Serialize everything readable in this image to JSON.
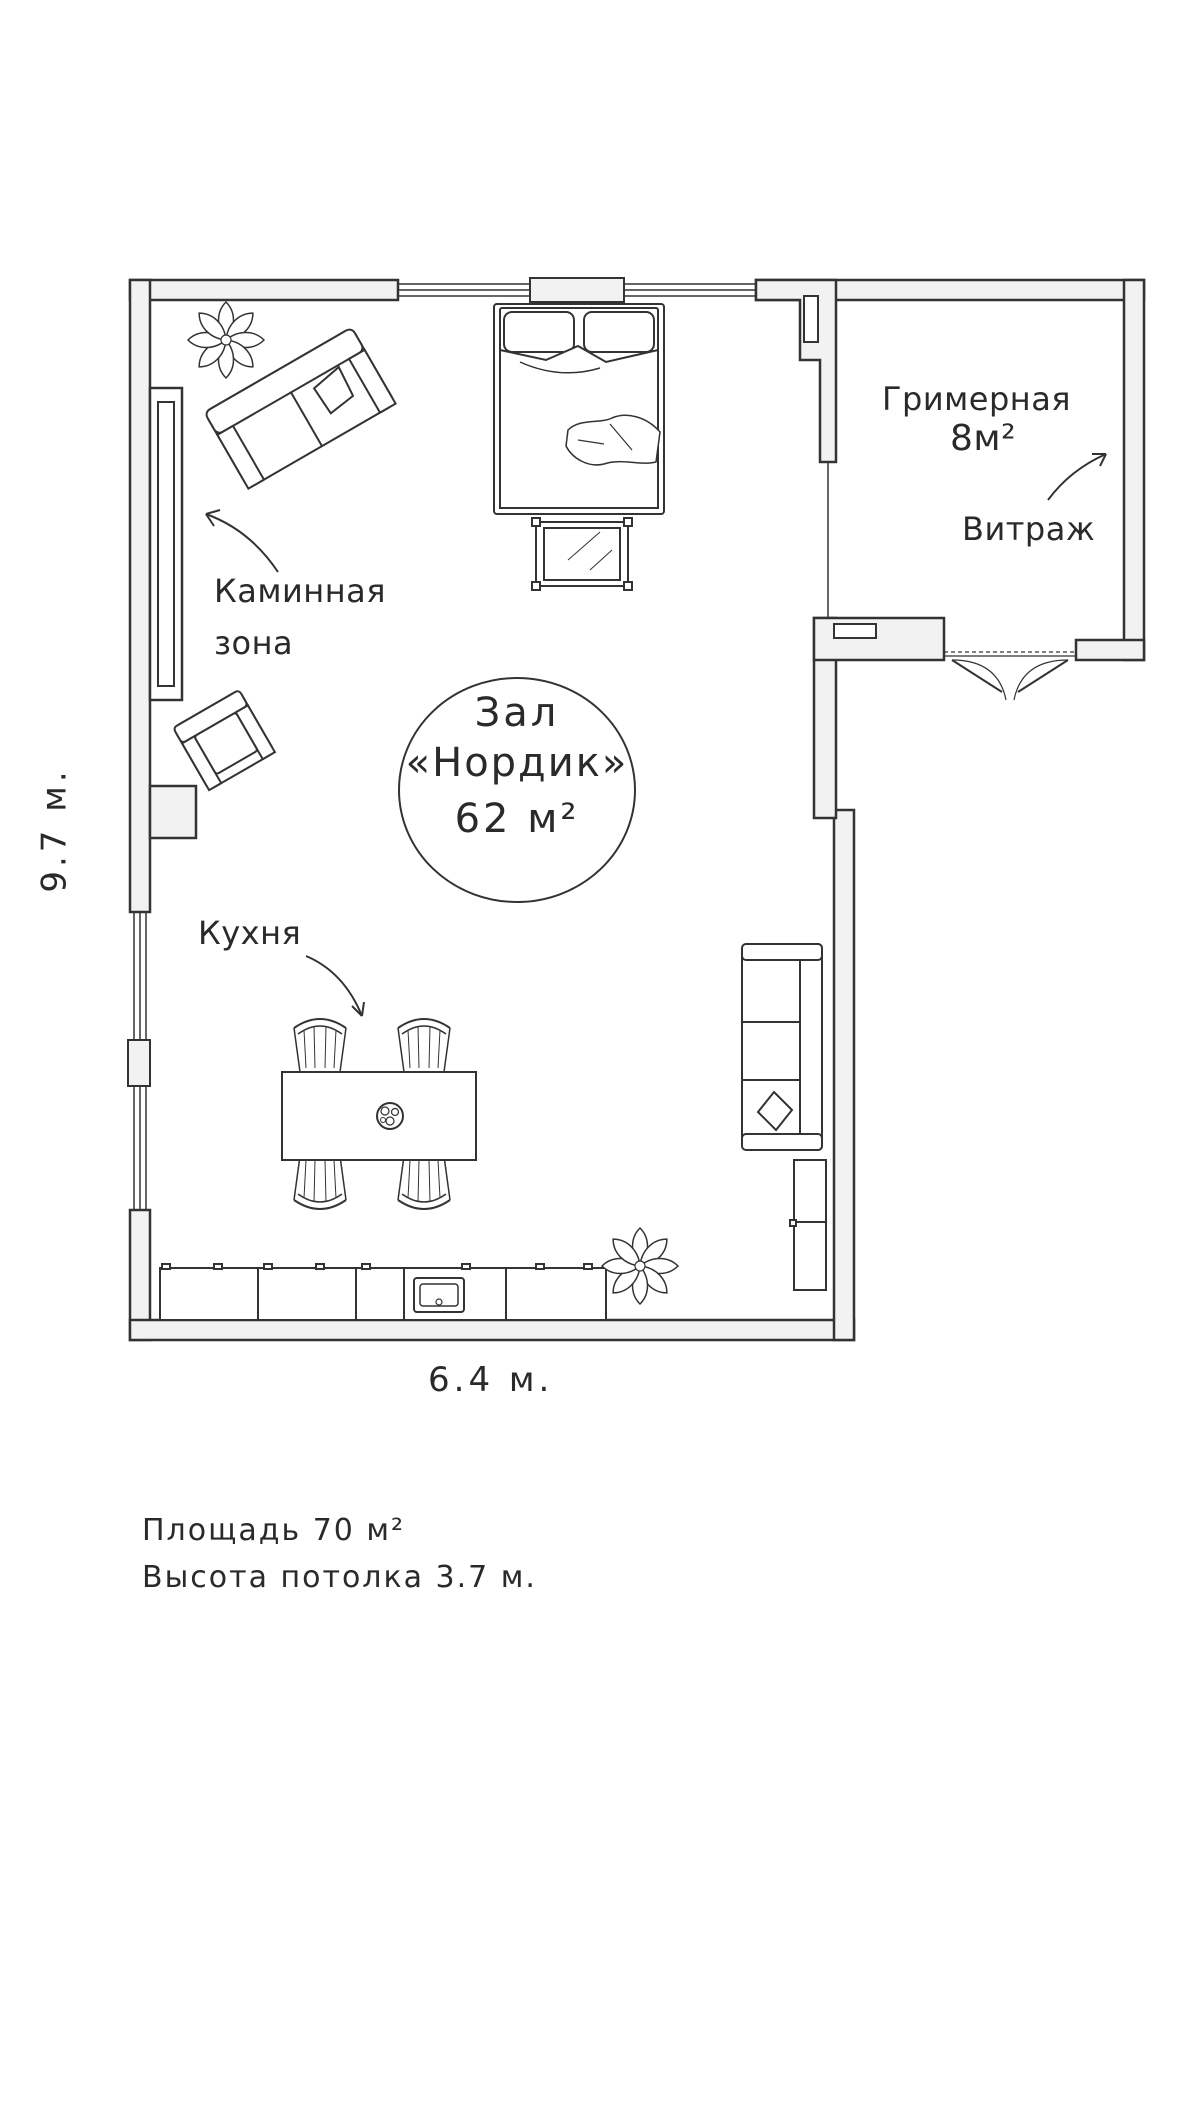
{
  "labels": {
    "fireplace_line1": "Каминная",
    "fireplace_line2": "зона",
    "kitchen": "Кухня",
    "dressing_room": "Гримерная",
    "dressing_area": "8м²",
    "stained_glass": "Витраж",
    "hall_line1": "Зал",
    "hall_line2": "«Нордик»",
    "hall_area": "62 м²"
  },
  "dimensions": {
    "height": "9.7 м.",
    "width": "6.4 м."
  },
  "info": {
    "area": "Площадь  70 м²",
    "ceiling": "Высота потолка 3.7 м."
  },
  "colors": {
    "line": "#333333",
    "wall_fill": "#f2f2f2",
    "background": "#ffffff"
  }
}
